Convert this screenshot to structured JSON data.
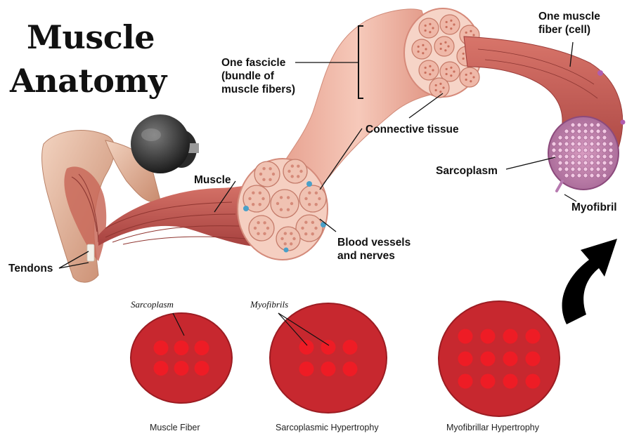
{
  "title": {
    "line1": "Muscle",
    "line2": "Anatomy"
  },
  "labels": {
    "fascicle": [
      "One fascicle",
      "(bundle of",
      "muscle fibers)"
    ],
    "muscle_fiber": [
      "One muscle",
      "fiber (cell)"
    ],
    "connective_tissue": "Connective tissue",
    "muscle": "Muscle",
    "sarcoplasm": "Sarcoplasm",
    "myofibril": "Myofibril",
    "blood_vessels": [
      "Blood vessels",
      "and nerves"
    ],
    "tendons": "Tendons"
  },
  "lower_panel": {
    "annotations": {
      "sarcoplasm": "Sarcoplasm",
      "myofibrils": "Myofibrils"
    },
    "fibers": [
      {
        "caption": "Muscle Fiber",
        "dots_rows": [
          3,
          3
        ]
      },
      {
        "caption": "Sarcoplasmic Hypertrophy",
        "dots_rows": [
          3,
          3
        ]
      },
      {
        "caption": "Myofibrillar Hypertrophy",
        "dots_rows": [
          4,
          4,
          4
        ]
      }
    ]
  },
  "colors": {
    "fiber_fill": "#c7282f",
    "fiber_edge": "#9c1c22",
    "myofibril_dot": "#ee1c25",
    "muscle_pink": "#e9a79a",
    "muscle_red": "#b84a45",
    "arrow": "#000000"
  }
}
